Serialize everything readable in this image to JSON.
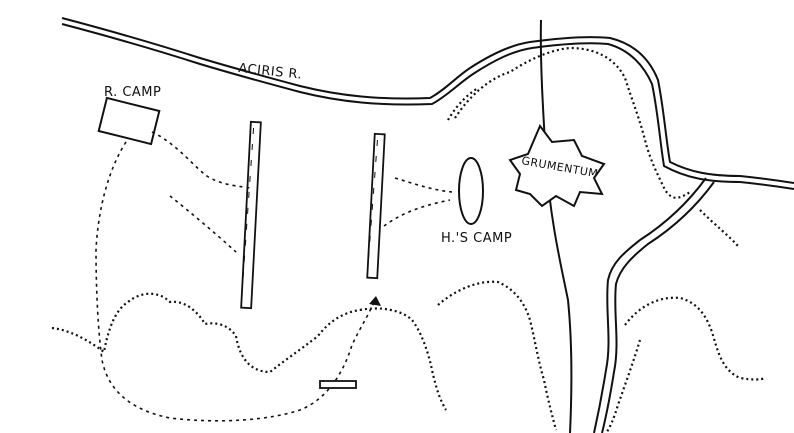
{
  "labels": {
    "river": "ACIRIS R.",
    "roman_camp": "R. CAMP",
    "town": "GRUMENTUM",
    "hannibal_camp": "H.'S CAMP"
  },
  "colors": {
    "ink": "#111111",
    "paper": "#ffffff"
  }
}
